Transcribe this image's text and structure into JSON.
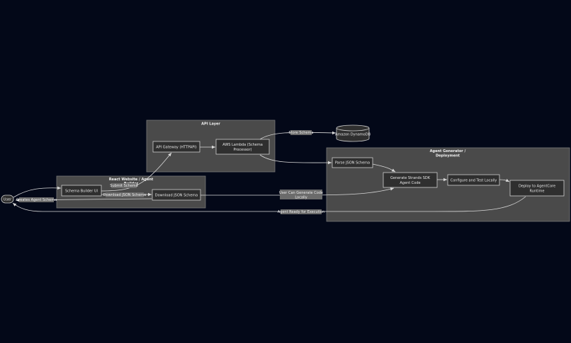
{
  "clusters": {
    "api": {
      "title": "API Layer"
    },
    "react": {
      "title_line1": "React Website / Agent",
      "title_line2": "Builder"
    },
    "agent": {
      "title_line1": "Agent Generator /",
      "title_line2": "Deployment"
    }
  },
  "nodes": {
    "user": "User",
    "schema_builder": "Schema Builder UI",
    "download_schema": "Download JSON Schema",
    "api_gateway": "API Gateway (HTTPAPI)",
    "lambda_line1": "AWS Lambda (Schema",
    "lambda_line2": "Processor)",
    "dynamodb": "Amazon DynamoDB",
    "parse": "Parse JSON Schema",
    "generate_line1": "Generate Strands SDK",
    "generate_line2": "Agent Code",
    "configure": "Configure and Test Locally",
    "deploy_line1": "Deploy to AgentCore",
    "deploy_line2": "Runtime"
  },
  "edges": {
    "creates": "Creates Agent Schema",
    "submit": "Submit Schema",
    "download": "Download JSON Schema",
    "stores": "Store Schema",
    "local_line1": "User Can Generate Code",
    "local_line2": "Locally",
    "ready": "Agent Ready for Execution"
  },
  "colors": {
    "background": "#030818",
    "cluster": "#4a4a4a",
    "node": "#2f2f2f",
    "edge": "#d8d8d8"
  }
}
